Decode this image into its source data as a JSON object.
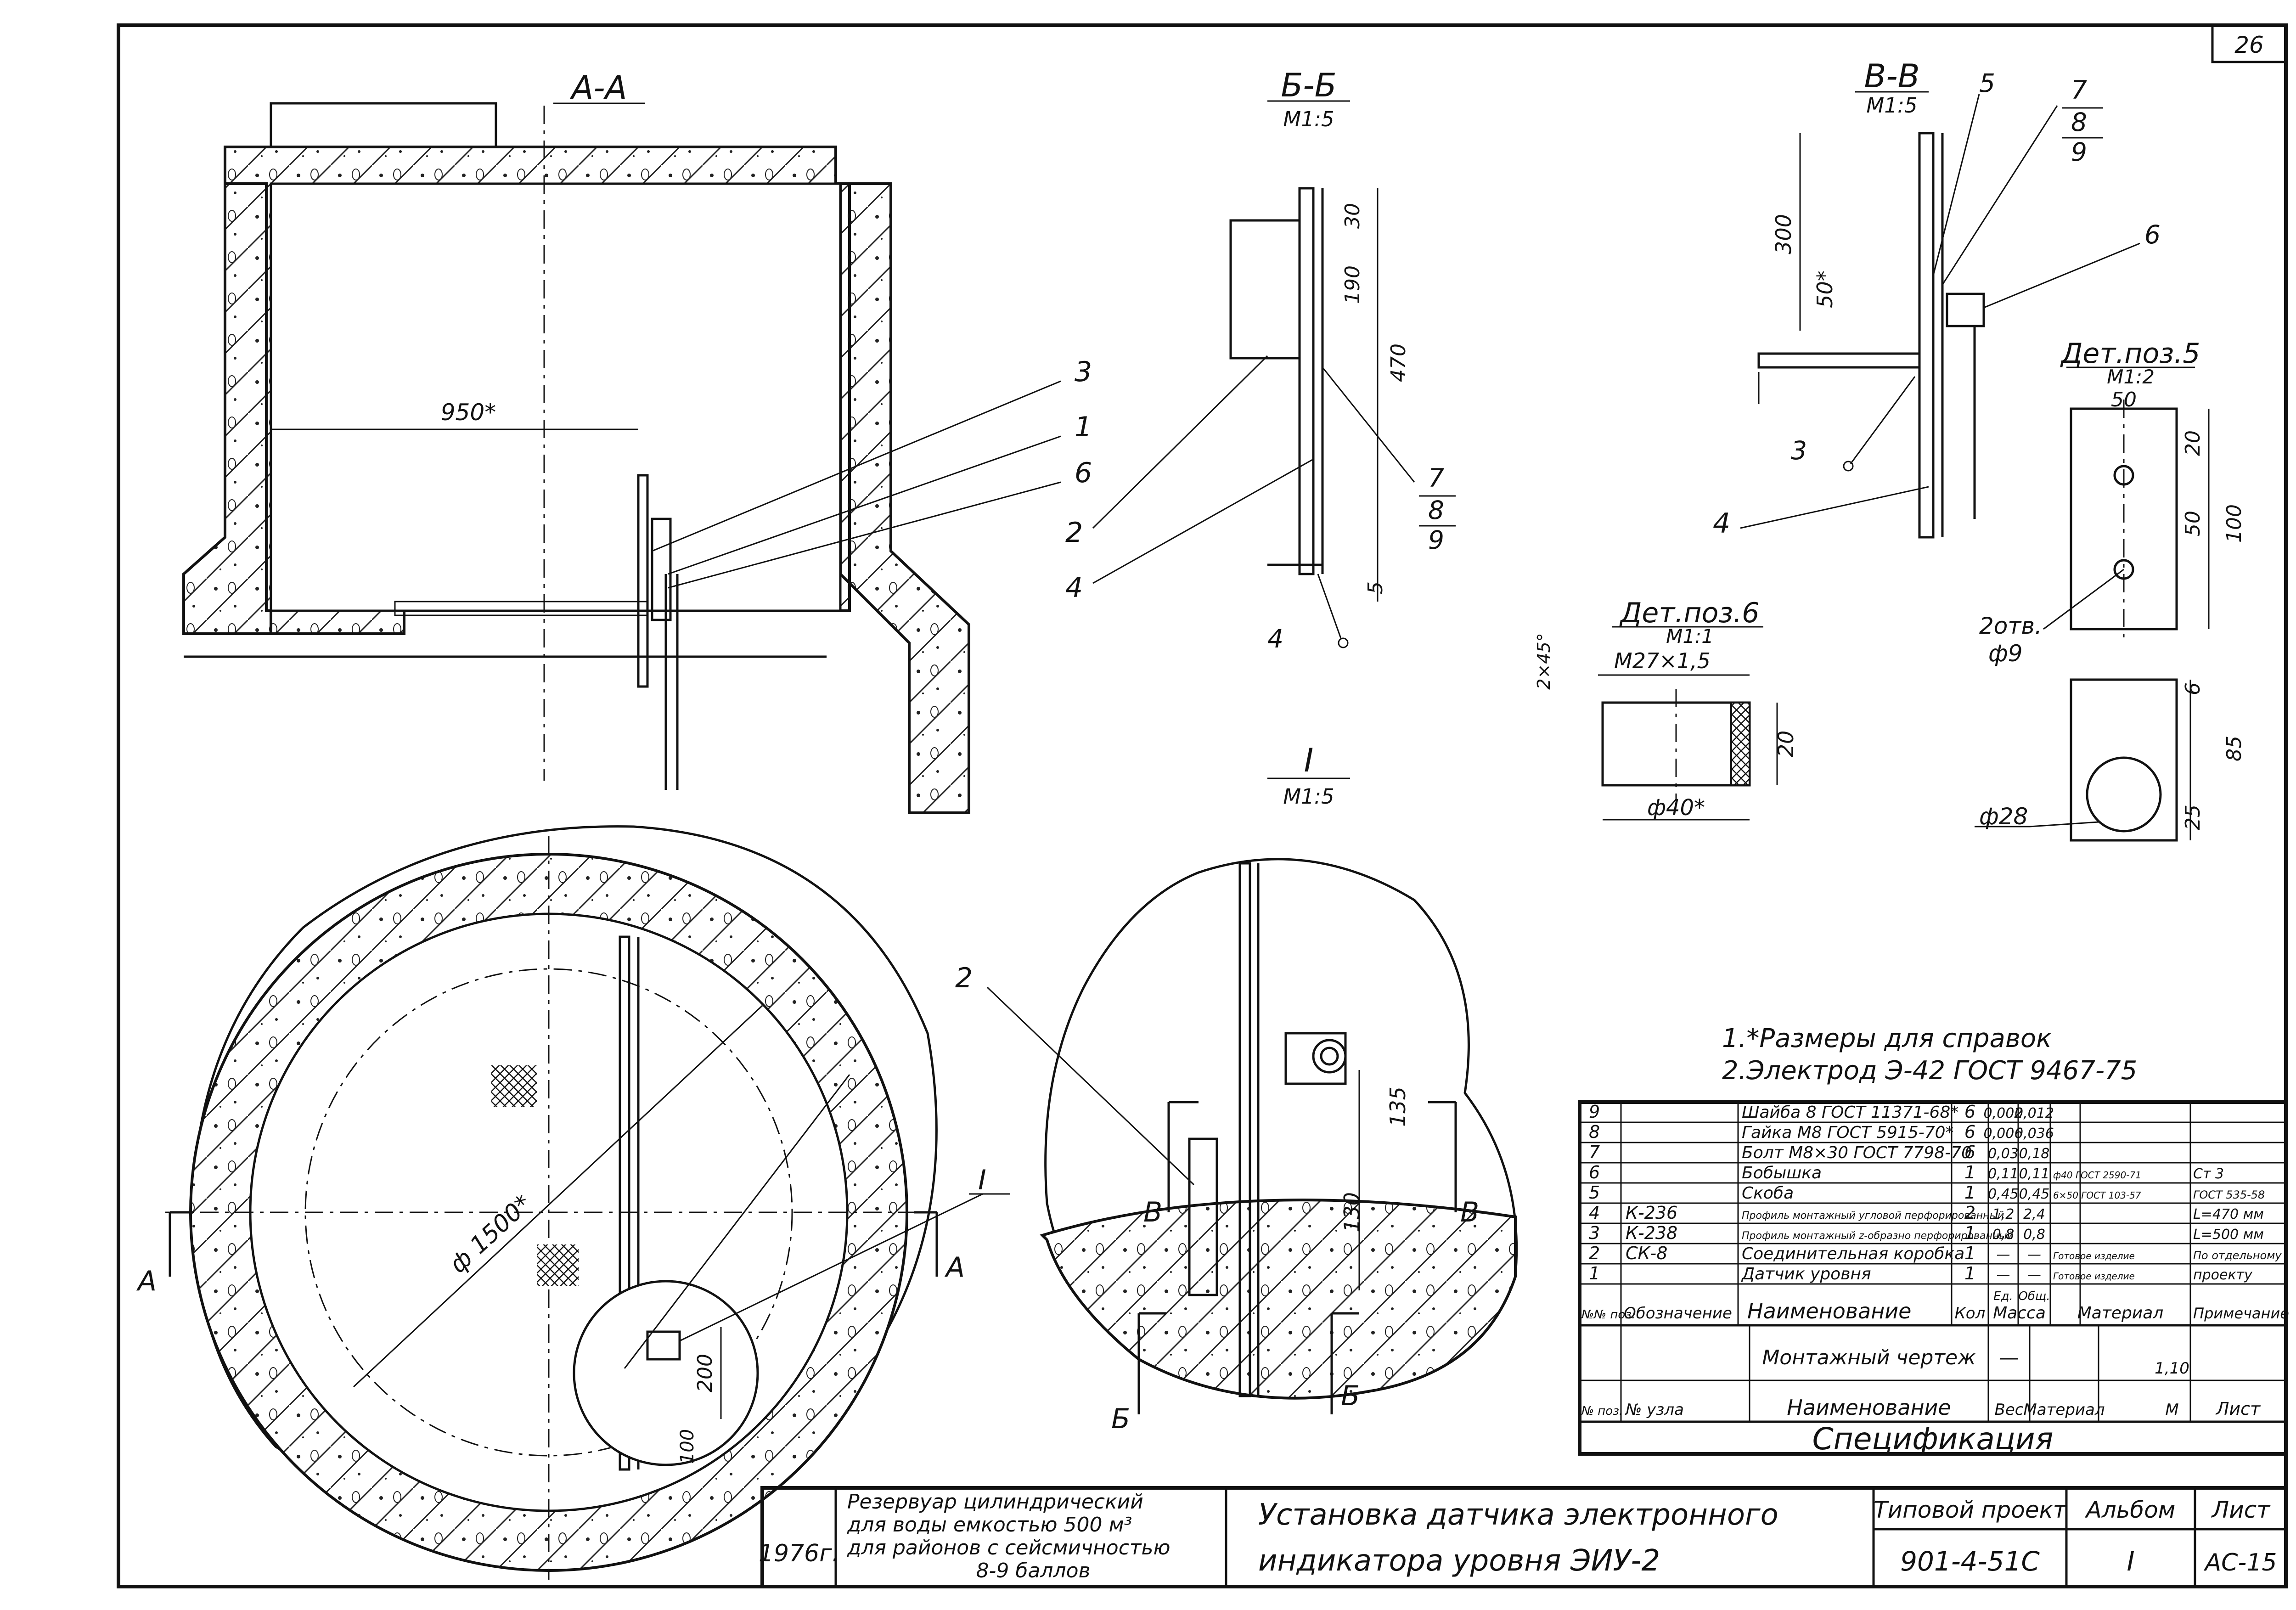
{
  "sheet_number": "26",
  "sections": {
    "aa": "А-А",
    "bb": "Б-Б",
    "bb_scale": "М1:5",
    "vv": "В-В",
    "vv_scale": "М1:5",
    "i": "I",
    "i_scale": "М1:5"
  },
  "details": {
    "pos5": {
      "title": "Дет.поз.5",
      "scale": "М1:2",
      "dims": [
        "50",
        "20",
        "50",
        "100",
        "6",
        "85",
        "25"
      ],
      "holes": "2отв.",
      "hole_d": "ф9",
      "big_d": "ф28"
    },
    "pos6": {
      "title": "Дет.поз.6",
      "scale": "М1:1",
      "chamfer": "2×45°",
      "thread": "М27×1,5",
      "height": "20",
      "diameter": "ф40*"
    }
  },
  "dims": {
    "aa_width": "950*",
    "bb": [
      "30",
      "190",
      "470",
      "5"
    ],
    "vv": [
      "300",
      "50*"
    ],
    "plan_d": "ф 1500*",
    "plan_200": "200",
    "plan_100": "100",
    "i": [
      "135",
      "130"
    ]
  },
  "callouts": {
    "aa": [
      "3",
      "1",
      "6"
    ],
    "bb": [
      "2",
      "4",
      "7",
      "8",
      "9"
    ],
    "vv": [
      "5",
      "7",
      "8",
      "9",
      "6",
      "4"
    ],
    "plan": [
      "2",
      "I"
    ],
    "cuts": [
      "А",
      "А",
      "В",
      "В",
      "Б",
      "Б"
    ]
  },
  "weld_marks": {
    "bb": "4",
    "vv": "3"
  },
  "notes": [
    "1.*Размеры для справок",
    "2.Электрод Э-42 ГОСТ 9467-75"
  ],
  "spec": {
    "rows": [
      {
        "pos": "9",
        "designation": "",
        "name": "Шайба 8 ГОСТ 11371-68*",
        "qty": "6",
        "unit": "0,002",
        "total": "0,012",
        "material": "",
        "note": ""
      },
      {
        "pos": "8",
        "designation": "",
        "name": "Гайка М8 ГОСТ 5915-70*",
        "qty": "6",
        "unit": "0,006",
        "total": "0,036",
        "material": "",
        "note": ""
      },
      {
        "pos": "7",
        "designation": "",
        "name": "Болт М8×30 ГОСТ 7798-70",
        "qty": "6",
        "unit": "0,03",
        "total": "0,18",
        "material": "",
        "note": ""
      },
      {
        "pos": "6",
        "designation": "",
        "name": "Бобышка",
        "qty": "1",
        "unit": "0,11",
        "total": "0,11",
        "material": "ф40 ГОСТ 2590-71",
        "note": "Ст 3"
      },
      {
        "pos": "5",
        "designation": "",
        "name": "Скоба",
        "qty": "1",
        "unit": "0,45",
        "total": "0,45",
        "material": "6×50 ГОСТ 103-57",
        "note": "ГОСТ 535-58"
      },
      {
        "pos": "4",
        "designation": "К-236",
        "name": "Профиль монтажный угловой перфорированный",
        "qty": "2",
        "unit": "1,2",
        "total": "2,4",
        "material": "",
        "note": "L=470 мм"
      },
      {
        "pos": "3",
        "designation": "К-238",
        "name": "Профиль монтажный z-образно перфорированный",
        "qty": "1",
        "unit": "0,8",
        "total": "0,8",
        "material": "",
        "note": "L=500 мм"
      },
      {
        "pos": "2",
        "designation": "СК-8",
        "name": "Соединительная коробка",
        "qty": "1",
        "unit": "—",
        "total": "—",
        "material": "Готовое изделие",
        "note": "По отдельному"
      },
      {
        "pos": "1",
        "designation": "",
        "name": "Датчик уровня",
        "qty": "1",
        "unit": "—",
        "total": "—",
        "material": "Готовое изделие",
        "note": "проекту"
      }
    ],
    "header": {
      "pos": "№№ поз.",
      "designation": "Обозначение",
      "name": "Наименование",
      "qty": "Кол",
      "unit": "Ед.",
      "total": "Общ.",
      "mass": "Масса",
      "material": "Материал",
      "note": "Примечание"
    },
    "assembly": {
      "name": "Монтажный чертеж",
      "weight": "—",
      "scale": "1,10"
    },
    "assembly_header": {
      "pos": "№ поз.",
      "node": "№ узла",
      "name": "Наименование",
      "weight": "Вес",
      "material": "Материал",
      "scale": "М",
      "sheet": "Лист"
    },
    "title": "Спецификация"
  },
  "title_block": {
    "year": "1976г.",
    "project": [
      "Резервуар цилиндрический",
      "для воды емкостью 500 м³",
      "для районов с сейсмичностью",
      "8-9 баллов"
    ],
    "title": [
      "Установка датчика электронного",
      "индикатора уровня ЭИУ-2"
    ],
    "typ_label": "Типовой проект",
    "typ_value": "901-4-51С",
    "album_label": "Альбом",
    "album_value": "I",
    "sheet_label": "Лист",
    "sheet_value": "АС-15"
  }
}
